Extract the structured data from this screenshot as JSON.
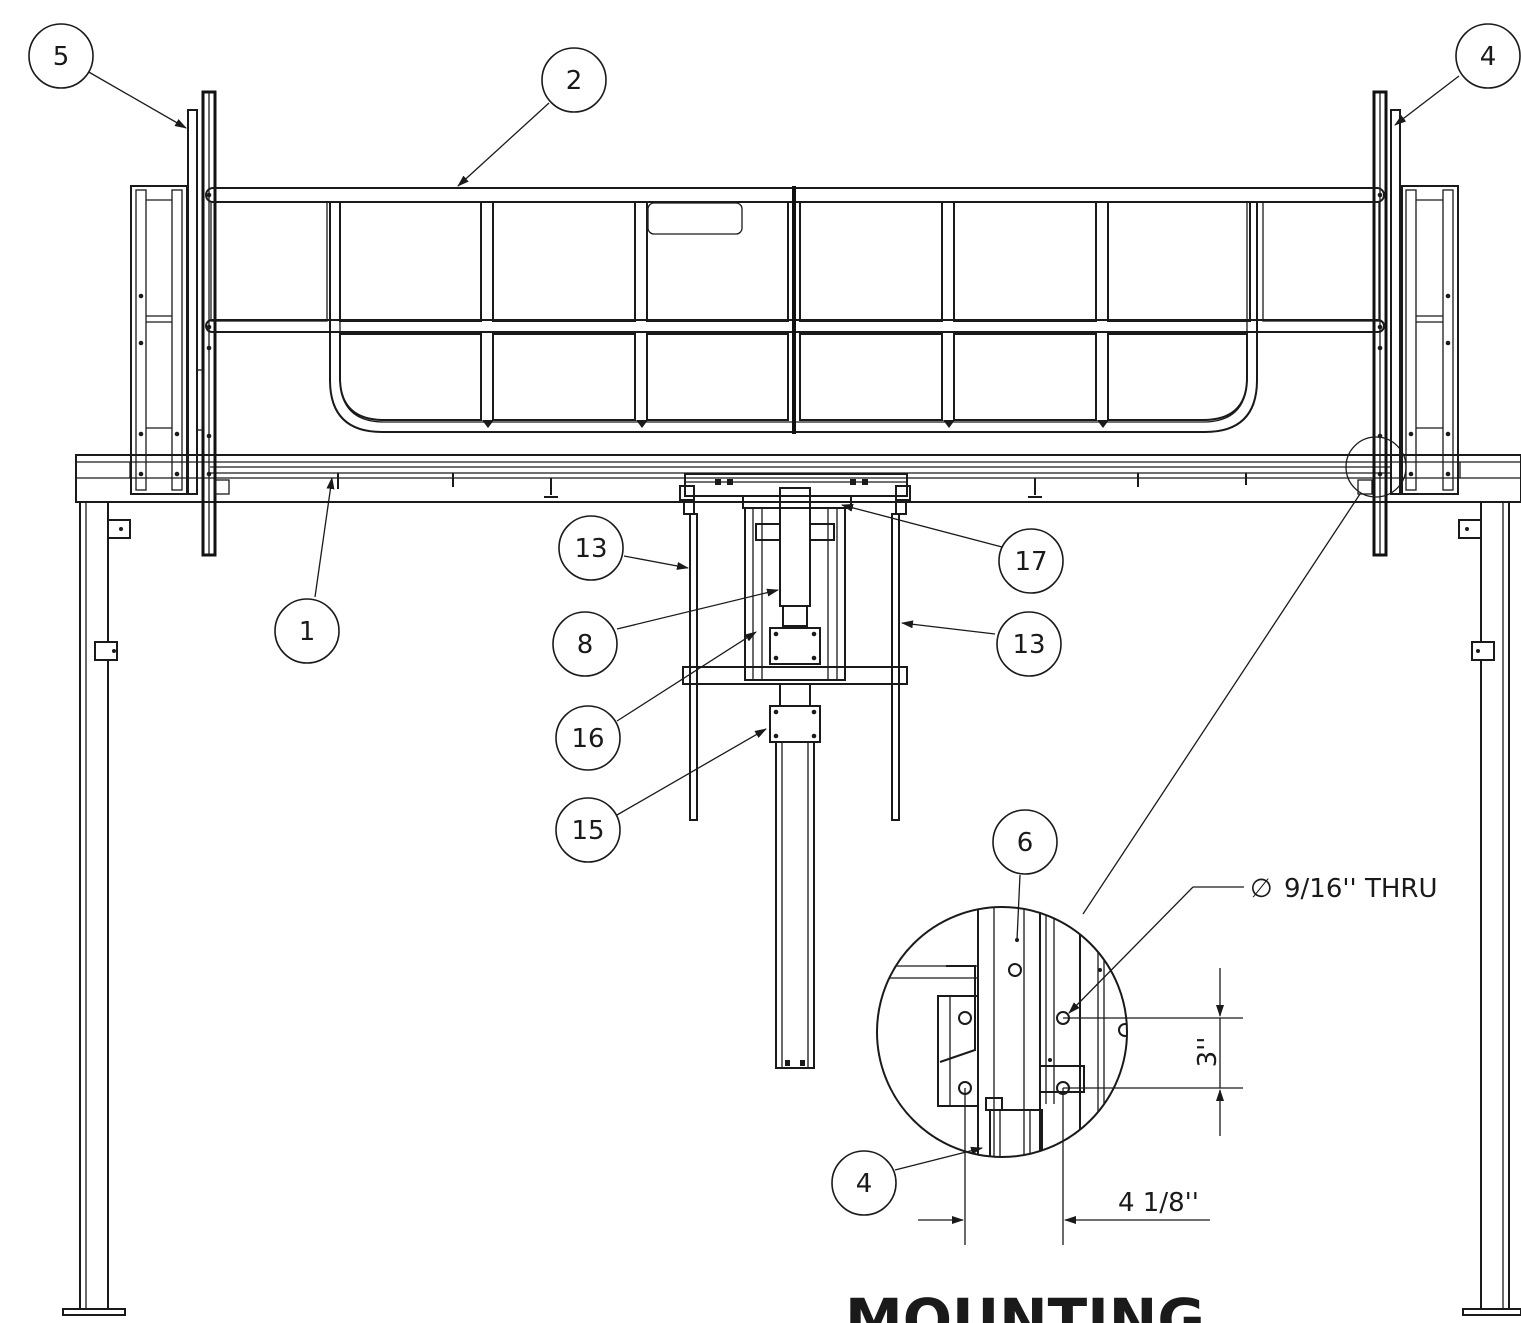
{
  "balloons": [
    {
      "id": "5",
      "label": "5"
    },
    {
      "id": "2",
      "label": "2"
    },
    {
      "id": "4-top",
      "label": "4"
    },
    {
      "id": "13-left",
      "label": "13"
    },
    {
      "id": "17",
      "label": "17"
    },
    {
      "id": "1",
      "label": "1"
    },
    {
      "id": "8",
      "label": "8"
    },
    {
      "id": "13-right",
      "label": "13"
    },
    {
      "id": "16",
      "label": "16"
    },
    {
      "id": "15",
      "label": "15"
    },
    {
      "id": "6",
      "label": "6"
    },
    {
      "id": "4-detail",
      "label": "4"
    }
  ],
  "detail": {
    "hole_note": "9/16'' THRU",
    "diameter_symbol": "∅",
    "dim_vertical": "3''",
    "dim_horizontal": "4 1/8''"
  },
  "title": "MOUNTING"
}
